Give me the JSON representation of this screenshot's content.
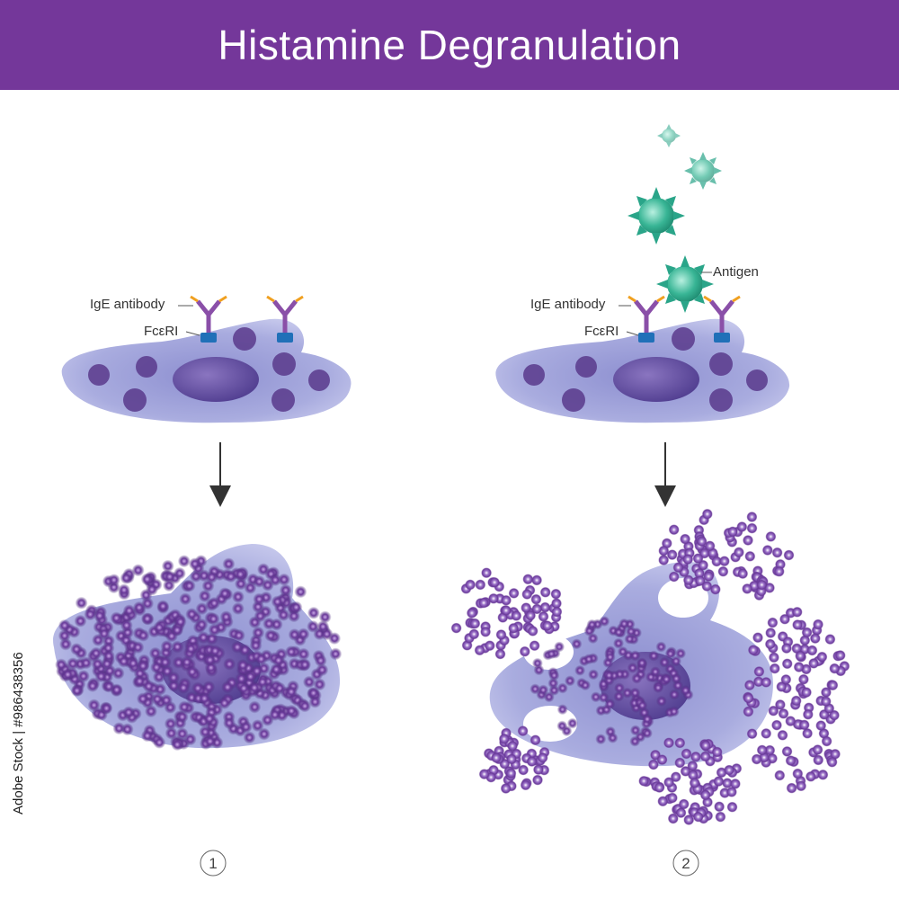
{
  "header": {
    "title": "Histamine Degranulation"
  },
  "labels": {
    "ige_left": "IgE antibody",
    "fceri_left": "FcεRI",
    "ige_right": "IgE antibody",
    "fceri_right": "FcεRI",
    "antigen": "Antigen"
  },
  "steps": {
    "one": "1",
    "two": "2"
  },
  "watermark": "Adobe Stock | #986438356",
  "colors": {
    "header_bg": "#74379a",
    "cell_fill": "#9ea3d8",
    "nucleus": "#5a4a9c",
    "granule": "#4a2a7a",
    "antibody_stem": "#8a4fa8",
    "antibody_tip": "#f0a020",
    "receptor": "#2070b8",
    "antigen": "#2aa589",
    "arrow": "#333333"
  }
}
